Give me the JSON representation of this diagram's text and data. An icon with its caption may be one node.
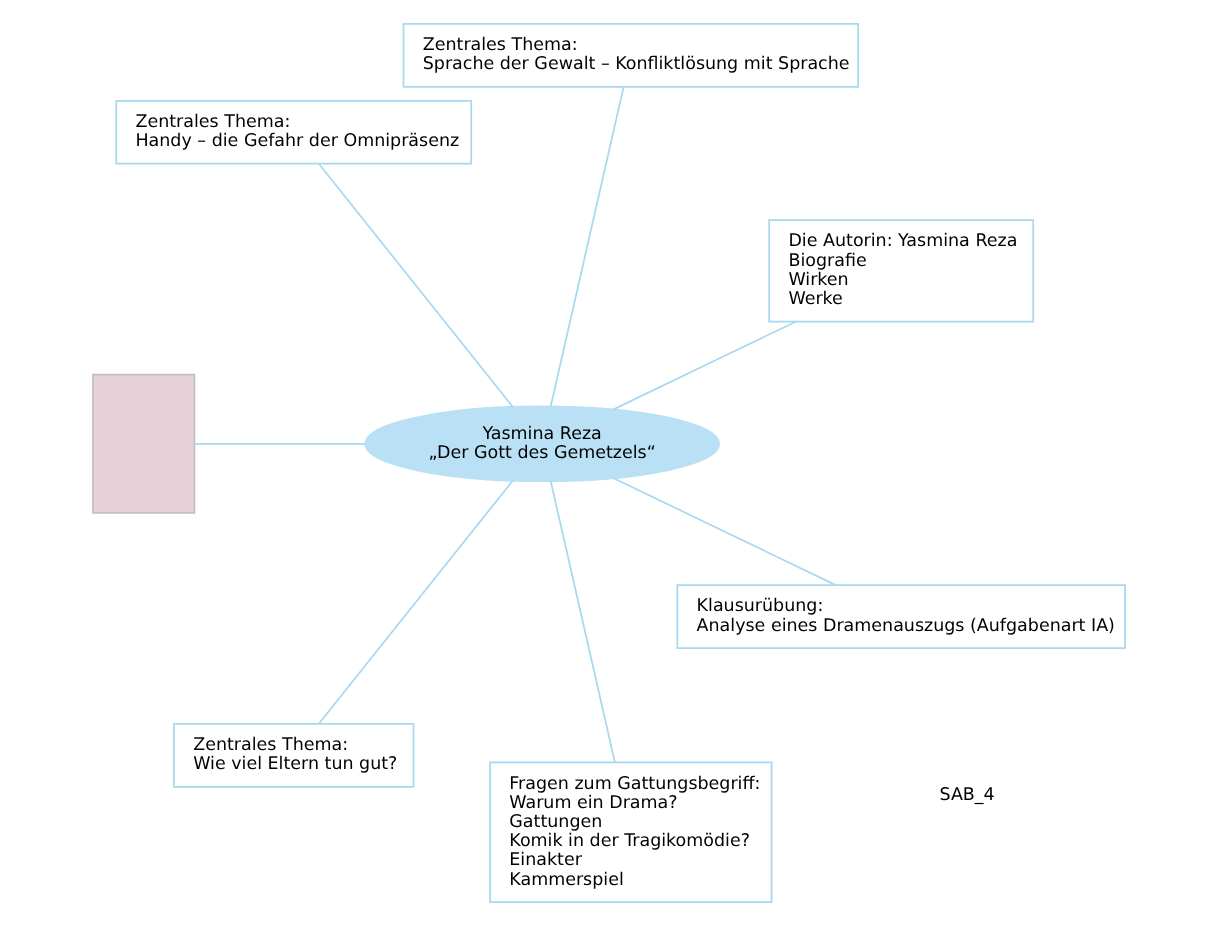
{
  "diagram": {
    "nodes": [
      {
        "text": [
          "Die Autorin: Yasmina Reza",
          "Biografie",
          "Wirken",
          "Werke"
        ]
      },
      {
        "text": [
          "Zentrales Thema:",
          "Sprache der Gewalt – Konfliktlösung mit Sprache"
        ]
      },
      {
        "text": [
          "Zentrales Thema:",
          "Handy – die Gefahr der Omnipräsenz"
        ]
      },
      {
        "text": [
          "Yasmina Reza",
          "„Der Gott des Gemetzels“"
        ]
      },
      {
        "text": [],
        "shape": "box"
      },
      {
        "text": [
          "Zentrales Thema:",
          "Wie viel Eltern tun gut?"
        ]
      },
      {
        "text": [
          "Fragen zum Gattungsbegriff:",
          "Warum ein Drama?",
          "Gattungen",
          "Komik in der Tragikomödie?",
          "Einakter",
          "Kammerspiel"
        ]
      },
      {
        "text": [
          "Klausurübung:",
          "Analyse eines Dramenauszugs (Aufgabenart IA)"
        ]
      }
    ],
    "edges": [
      {
        "from": 3,
        "to": 0,
        "arrow": "none"
      },
      {
        "from": 3,
        "to": 1,
        "arrow": "none"
      },
      {
        "from": 3,
        "to": 4,
        "arrow": "none"
      },
      {
        "from": 3,
        "to": 2,
        "arrow": "none"
      },
      {
        "from": 3,
        "to": 5,
        "arrow": "none"
      },
      {
        "from": 3,
        "to": 6,
        "arrow": "none"
      },
      {
        "from": 3,
        "to": 7,
        "arrow": "none"
      }
    ],
    "labels": [
      "SAB_4"
    ]
  }
}
